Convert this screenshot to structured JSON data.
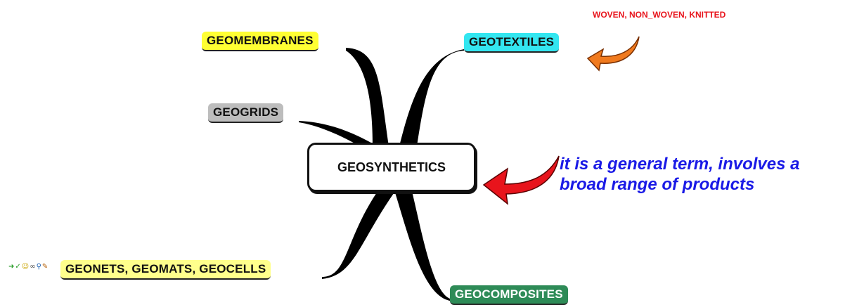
{
  "map": {
    "center": "GEOSYNTHETICS",
    "branches": {
      "geomembranes": {
        "label": "GEOMEMBRANES",
        "color": "#ffff33"
      },
      "geotextiles": {
        "label": "GEOTEXTILES",
        "color": "#33e6f0"
      },
      "geogrids": {
        "label": "GEOGRIDS",
        "color": "#bdbdbd"
      },
      "geonets": {
        "label": "GEONETS, GEOMATS, GEOCELLS",
        "color": "#ffff8c"
      },
      "geocomposites": {
        "label": "GEOCOMPOSITES",
        "color": "#2e8b57"
      }
    }
  },
  "notes": {
    "woven": {
      "text": "WOVEN, NON_WOVEN, KNITTED",
      "color": "#e8141c"
    },
    "general": {
      "line1": "it is a general term, involves a",
      "line2": "broad range of products",
      "color": "#1a1ae6"
    }
  },
  "colors": {
    "arrow_orange": "#f07a1e",
    "arrow_red": "#e8141c"
  },
  "toolbar_icons": [
    "arrow-right-icon",
    "check-icon",
    "smiley-icon",
    "link-icon",
    "magnifier-icon",
    "edit-icon"
  ]
}
